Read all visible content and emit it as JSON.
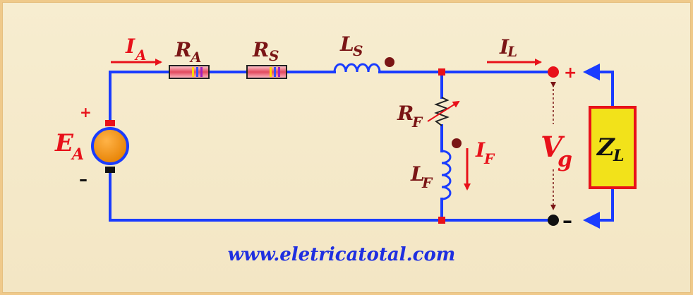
{
  "labels": {
    "ia_main": "I",
    "ia_sub": "A",
    "ra_main": "R",
    "ra_sub": "A",
    "rs_main": "R",
    "rs_sub": "S",
    "ls_main": "L",
    "ls_sub": "S",
    "il_main": "I",
    "il_sub": "L",
    "rf_main": "R",
    "rf_sub": "F",
    "if_main": "I",
    "if_sub": "F",
    "lf_main": "L",
    "lf_sub": "F",
    "ea_main": "E",
    "ea_sub": "A",
    "vg_main": "V",
    "vg_sub": "g",
    "zl_main": "Z",
    "zl_sub": "L",
    "plus_source": "+",
    "minus_source": "–",
    "plus_output": "+",
    "minus_output": "–"
  },
  "website": "www.eletricatotal.com",
  "colors": {
    "wire": "#1a3cff",
    "current_arrow": "#e8111a",
    "source_body": "#f08a0a",
    "load_fill": "#f2e21a",
    "load_border": "#e8111a",
    "inductor": "#1a3cff"
  }
}
